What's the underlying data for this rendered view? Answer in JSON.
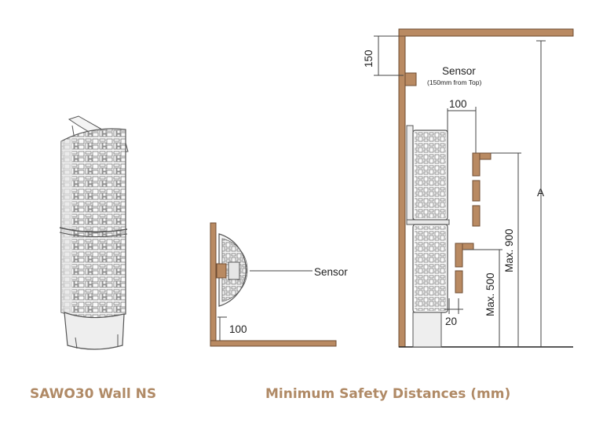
{
  "captions": {
    "product": "SAWO30 Wall NS",
    "diagram": "Minimum Safety Distances (mm)"
  },
  "top_view": {
    "sensor_label": "Sensor",
    "dim_100": "100"
  },
  "side_view": {
    "sensor_label": "Sensor",
    "sensor_note": "(150mm from Top)",
    "dim_150": "150",
    "dim_100": "100",
    "dim_20": "20",
    "dim_max500": "Max. 500",
    "dim_max900": "Max. 900",
    "dim_a": "A"
  },
  "colors": {
    "wall": "#b98a62",
    "wall_edge": "#6e4c33",
    "heater_line": "#555555",
    "heater_fill": "#eeeeee",
    "caption": "#b08a66"
  }
}
